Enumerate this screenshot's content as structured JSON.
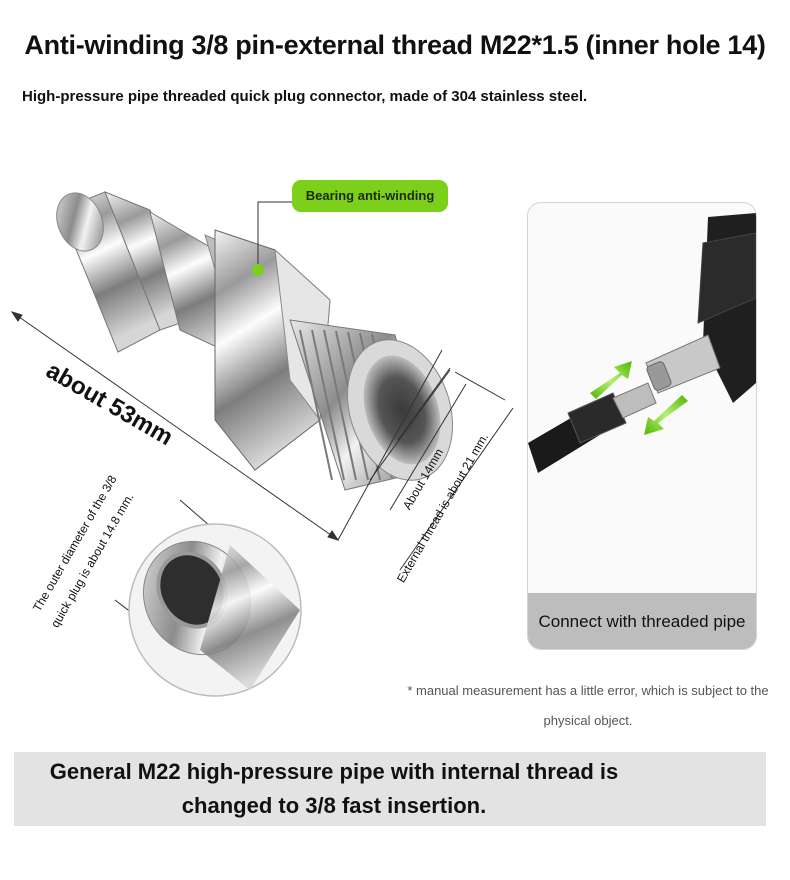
{
  "header": {
    "title": "Anti-winding 3/8 pin-external thread M22*1.5 (inner hole 14)",
    "subtitle": "High-pressure pipe threaded quick plug connector, made of 304 stainless steel."
  },
  "labels": {
    "bearing": "Bearing anti-winding",
    "length": "about 53mm",
    "inner": "About 14mm",
    "thread": "External thread is about 21 mm.",
    "outer_line1": "The outer diameter of the 3/8",
    "outer_line2": "quick plug is about 14.8 mm."
  },
  "panel": {
    "caption": "Connect with threaded pipe"
  },
  "note": {
    "text": "* manual measurement has a little error, which is subject to the physical object."
  },
  "banner": {
    "text": "General M22 high-pressure pipe with internal thread is changed to 3/8 fast insertion."
  },
  "colors": {
    "accent_green": "#7ccf1b",
    "banner_bg": "#e3e3e3",
    "caption_bg": "#bdbdbd"
  }
}
